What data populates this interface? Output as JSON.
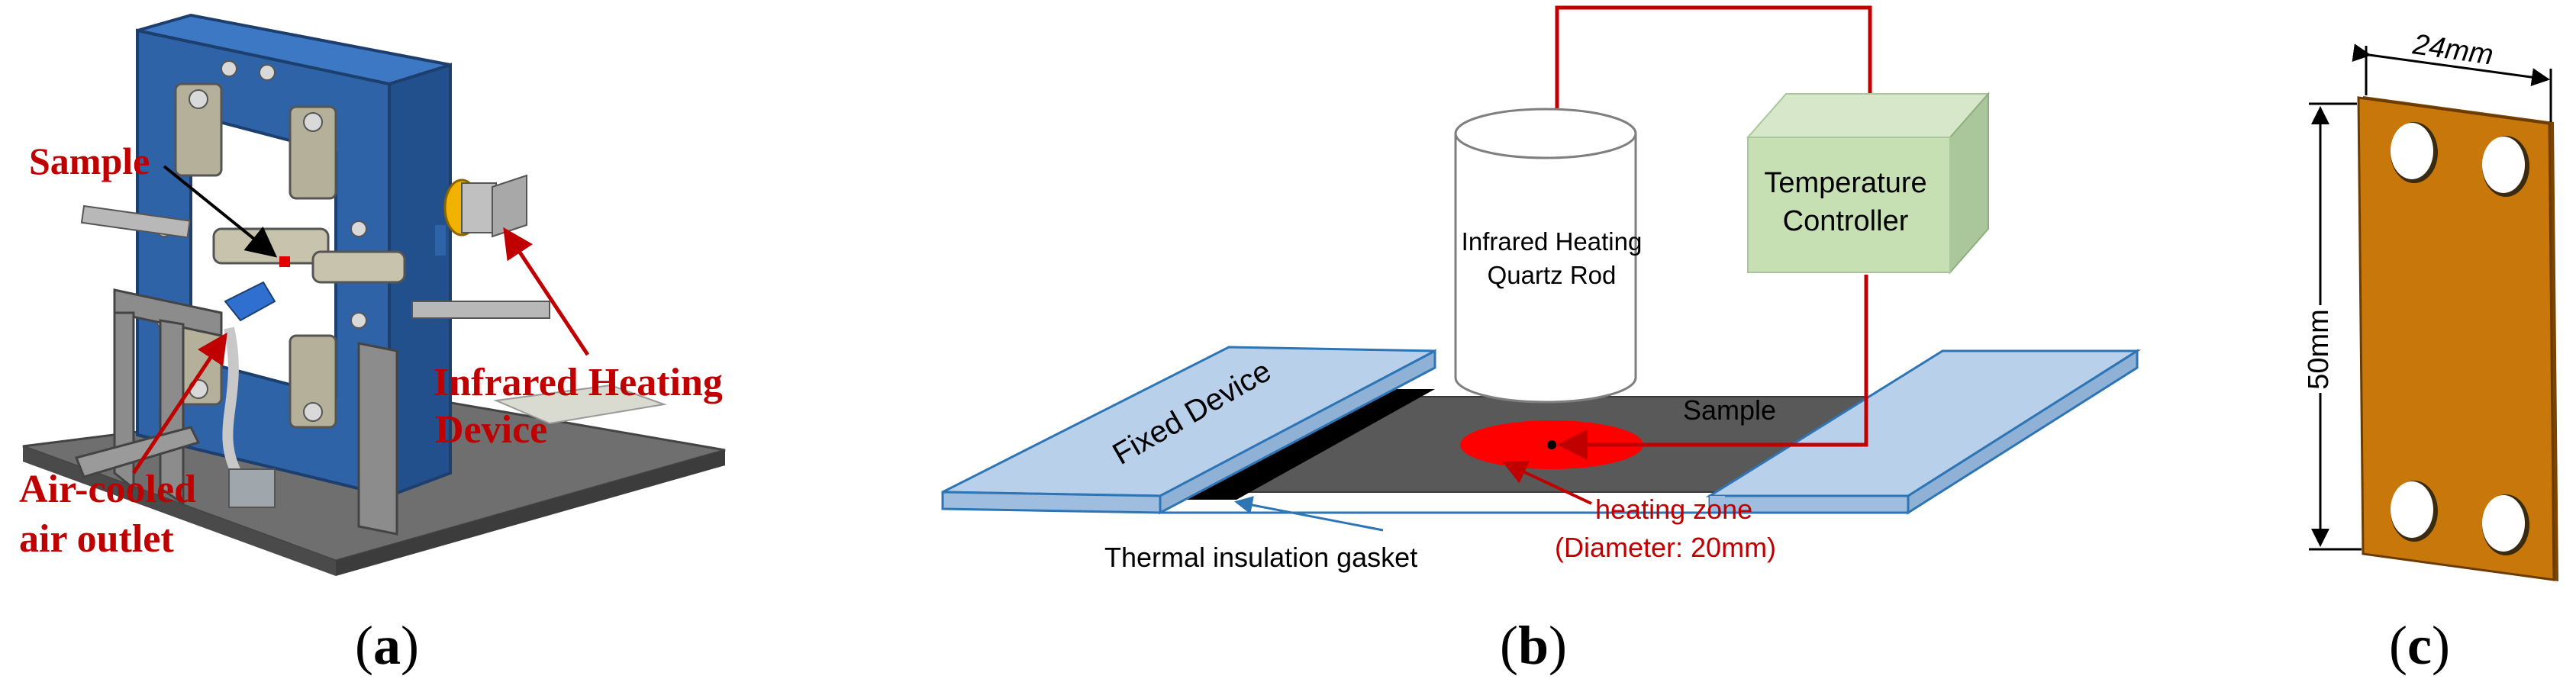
{
  "panel_a": {
    "caption_letter": "a",
    "labels": {
      "sample": "Sample",
      "infrared_line1": "Infrared Heating",
      "infrared_line2": "Device",
      "air_line1": "Air-cooled",
      "air_line2": "air outlet"
    },
    "colors": {
      "frame": "#2f63a8",
      "label": "#c00000",
      "base": "#666666"
    }
  },
  "panel_b": {
    "caption_letter": "b",
    "labels": {
      "quartz_line1": "Infrared Heating",
      "quartz_line2": "Quartz Rod",
      "controller_line1": "Temperature",
      "controller_line2": "Controller",
      "fixed_device": "Fixed Device",
      "sample": "Sample",
      "heating_zone_line1": "heating zone",
      "heating_zone_line2": "(Diameter: 20mm)",
      "gasket": "Thermal insulation gasket"
    },
    "colors": {
      "plate": "#b8d0ea",
      "controller": "#c6e0b4",
      "wire": "#c00000",
      "zone": "#ff0000",
      "sample": "#595959"
    }
  },
  "panel_c": {
    "caption_letter": "c",
    "labels": {
      "width": "24mm",
      "height": "50mm"
    },
    "colors": {
      "specimen": "#c8780a"
    }
  }
}
